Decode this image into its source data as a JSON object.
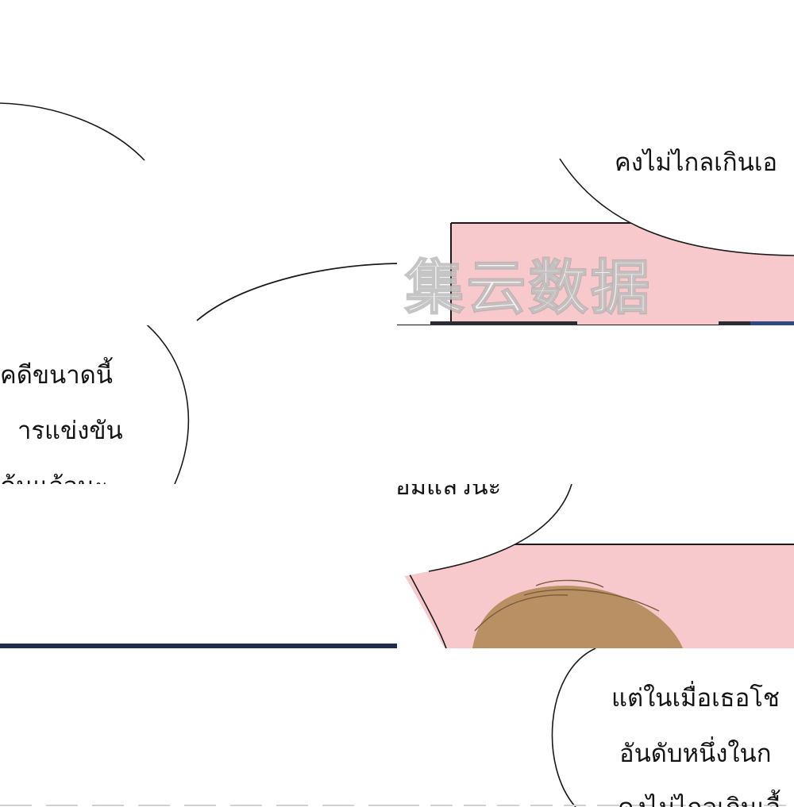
{
  "panels": {
    "top_left": {},
    "top_right": {
      "text_lines": [
        "คงไม่ไกลเกินเอ"
      ],
      "watermark": "集云数据"
    },
    "mid_left": {
      "text_lines": [
        "คดีขนาดนี้",
        "ารแข่งขัน",
        "ด้นแล้วนะ"
      ]
    },
    "mid_right": {
      "text_lines": [
        "อมแล้วนะ"
      ]
    },
    "bottom_left": {},
    "bottom_right": {
      "text_lines": [
        "แต่ในเมื่อเธอโช",
        "อันดับหนึ่งในก",
        "คงไม่ไกลเกินเอื้"
      ]
    }
  },
  "colors": {
    "background": "#ffffff",
    "pink_panel": "#f7c9cc",
    "ink": "#141414",
    "navy_border": "#1f2d4f",
    "hair": "#b89064"
  }
}
